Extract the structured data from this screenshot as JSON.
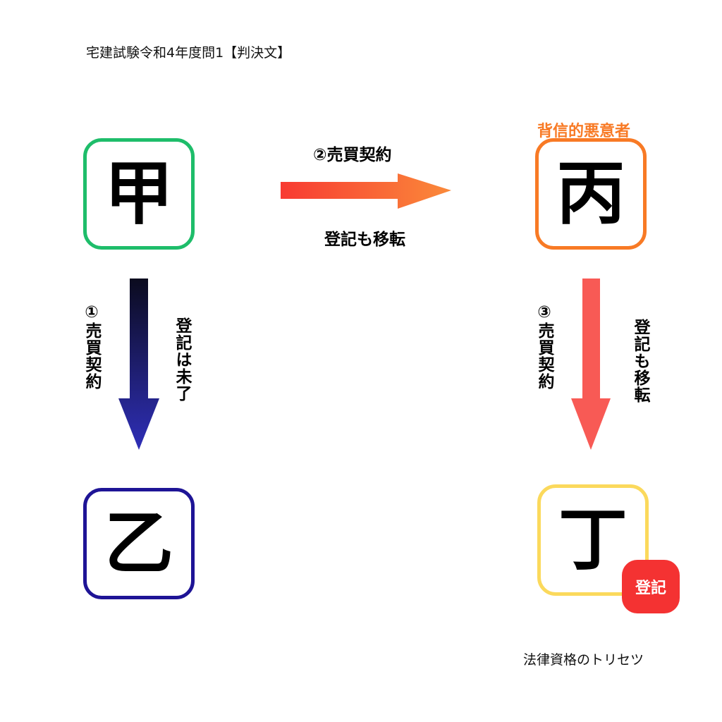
{
  "title": "宅建試験令和4年度問1【判決文】",
  "footer": "法律資格のトリセツ",
  "parties": {
    "kou": "甲",
    "otsu": "乙",
    "hei": "丙",
    "tei": "丁"
  },
  "hei_label": "背信的悪意者",
  "tei_badge": "登記",
  "arrows": {
    "kou_to_hei": {
      "label": "②売買契約",
      "note": "登記も移転"
    },
    "kou_to_otsu": {
      "label": "①売買契約",
      "note": "登記は未了"
    },
    "hei_to_tei": {
      "label": "③売買契約",
      "note": "登記も移転"
    }
  },
  "colors": {
    "kou": "#1ebd6a",
    "hei": "#f87a25",
    "otsu": "#1e1496",
    "tei": "#fbd95c",
    "badge": "#f43232",
    "arrow_kou_hei": [
      "#f83a32",
      "#fa8a3a"
    ],
    "arrow_kou_otsu": [
      "#0b0b1e",
      "#2f2fb8"
    ],
    "arrow_hei_tei": "#f85a55"
  }
}
